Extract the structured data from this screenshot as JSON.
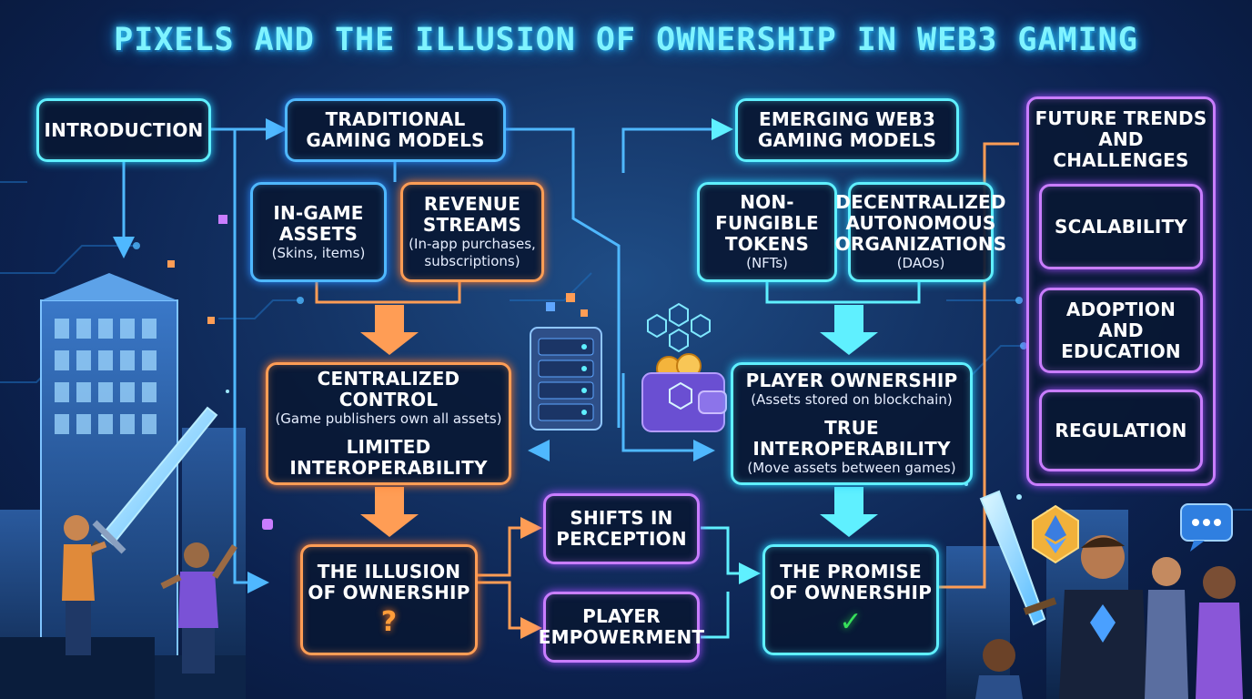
{
  "title": "PIXELS AND THE ILLUSION OF OWNERSHIP IN WEB3 GAMING",
  "nodes": {
    "introduction": {
      "title": "INTRODUCTION"
    },
    "traditional": {
      "title": "TRADITIONAL\nGAMING MODELS"
    },
    "ingame_assets": {
      "title": "IN-GAME\nASSETS",
      "subtitle": "(Skins, items)"
    },
    "revenue_streams": {
      "title": "REVENUE\nSTREAMS",
      "subtitle": "(In-app purchases,\nsubscriptions)"
    },
    "centralized": {
      "title": "CENTRALIZED CONTROL",
      "subtitle": "(Game publishers own all assets)",
      "title2": "LIMITED\nINTEROPERABILITY"
    },
    "illusion": {
      "title": "THE ILLUSION\nOF OWNERSHIP",
      "glyph": "?"
    },
    "shifts": {
      "title": "SHIFTS IN\nPERCEPTION"
    },
    "empowerment": {
      "title": "PLAYER\nEMPOWERMENT"
    },
    "emerging": {
      "title": "EMERGING WEB3\nGAMING MODELS"
    },
    "nfts": {
      "title": "NON-FUNGIBLE\nTOKENS",
      "subtitle": "(NFTs)"
    },
    "daos": {
      "title": "DECENTRALIZED\nAUTONOMOUS\nORGANIZATIONS",
      "subtitle": "(DAOs)"
    },
    "player_ownership": {
      "title": "PLAYER OWNERSHIP",
      "subtitle": "(Assets stored on blockchain)",
      "title2": "TRUE INTEROPERABILITY",
      "subtitle2": "(Move assets between games)"
    },
    "promise": {
      "title": "THE PROMISE\nOF OWNERSHIP",
      "glyph": "✓"
    },
    "future": {
      "title": "FUTURE TRENDS\nAND CHALLENGES"
    },
    "scalability": {
      "title": "SCALABILITY"
    },
    "adoption": {
      "title": "ADOPTION AND\nEDUCATION"
    },
    "regulation": {
      "title": "REGULATION"
    }
  },
  "colors": {
    "blue": "#4fb8ff",
    "cyan": "#5ff0ff",
    "orange": "#ff9d55",
    "purple": "#c97dff",
    "check": "#37e05a",
    "question": "#ff9d3a"
  },
  "icons": [
    "server-icon",
    "wallet-icon",
    "blockchain-cubes-icon",
    "ethereum-badge-icon",
    "chat-bubble-icon",
    "sword-icon"
  ]
}
